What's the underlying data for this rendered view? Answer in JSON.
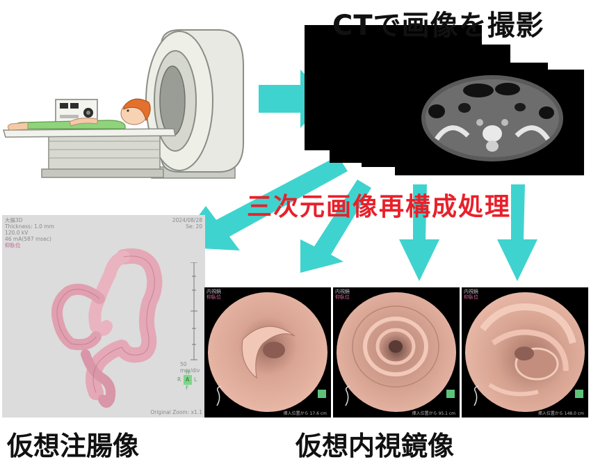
{
  "texts": {
    "ct_title": "CTで画像を撮影",
    "recon_title": "三次元画像再構成処理",
    "caption_colonography": "仮想注腸像",
    "caption_endoscopy": "仮想内視鏡像"
  },
  "colonography_panel": {
    "info_lines": [
      "大腸3D",
      "Thickness: 1.0 mm",
      "120.0 kV",
      "46 mA(587 msec)"
    ],
    "position_label": "仰臥位",
    "date": "2024/08/28",
    "series": "Se: 20",
    "scale_label": "50 mm/div",
    "zoom": "Original Zoom: x1.1",
    "orientation": [
      "H",
      "R",
      "A",
      "L",
      "F"
    ]
  },
  "endoscopy_panels": [
    {
      "label": "内視鏡",
      "position": "仰臥位",
      "footer": "挿入位置から 17.6 cm"
    },
    {
      "label": "内視鏡",
      "position": "仰臥位",
      "footer": "挿入位置から 95.1 cm"
    },
    {
      "label": "内視鏡",
      "position": "仰臥位",
      "footer": "挿入位置から 148.0 cm"
    }
  ],
  "colors": {
    "arrow": "#3fd3cf",
    "accent_red": "#e8202a",
    "tissue_pink": "#e2a898",
    "colon_pink": "#f0b8c4"
  }
}
